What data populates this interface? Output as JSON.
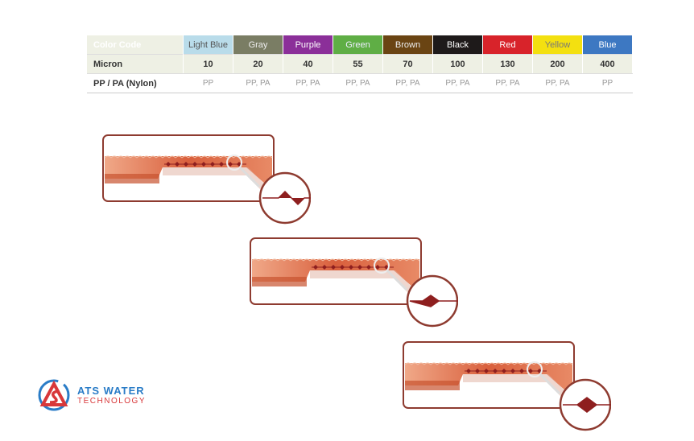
{
  "table": {
    "row_headers": [
      "Color Code",
      "Micron",
      "PP / PA (Nylon)"
    ],
    "columns": [
      {
        "color": "Light Blue",
        "hex": "#b9dcea",
        "text": "#555",
        "micron": "10",
        "material": "PP"
      },
      {
        "color": "Gray",
        "hex": "#7a7d64",
        "text": "#eee",
        "micron": "20",
        "material": "PP, PA"
      },
      {
        "color": "Purple",
        "hex": "#8b2f99",
        "text": "#fff",
        "micron": "40",
        "material": "PP, PA"
      },
      {
        "color": "Green",
        "hex": "#5fae45",
        "text": "#eef",
        "micron": "55",
        "material": "PP, PA"
      },
      {
        "color": "Brown",
        "hex": "#6a4413",
        "text": "#eee",
        "micron": "70",
        "material": "PP, PA"
      },
      {
        "color": "Black",
        "hex": "#1e1a1a",
        "text": "#fff",
        "micron": "100",
        "material": "PP, PA"
      },
      {
        "color": "Red",
        "hex": "#d8232a",
        "text": "#fff",
        "micron": "130",
        "material": "PP, PA"
      },
      {
        "color": "Yellow",
        "hex": "#f3e010",
        "text": "#777",
        "micron": "200",
        "material": "PP, PA"
      },
      {
        "color": "Blue",
        "hex": "#3d78c2",
        "text": "#fff",
        "micron": "400",
        "material": "PP"
      }
    ]
  },
  "logo": {
    "line1": "ATS WATER",
    "line2": "TECHNOLOGY",
    "letters": "ATS"
  },
  "colors": {
    "frame": "#8e3b30",
    "mesh": "#d9603d",
    "knot": "#8e1f1f"
  }
}
